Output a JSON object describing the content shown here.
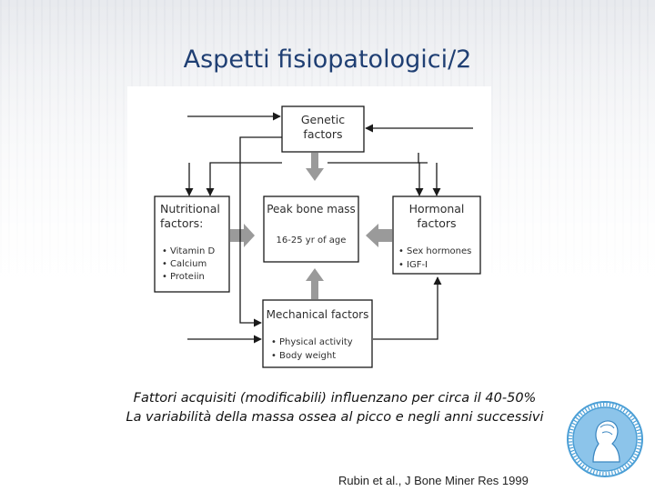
{
  "slide": {
    "title": "Aspetti fisiopatologici/2",
    "caption_line1": "Fattori acquisiti (modificabili) influenzano per circa il 40-50%",
    "caption_line2": "La variabilità della massa ossea al picco e negli anni successivi",
    "reference": "Rubin et al., J Bone Miner Res 1999"
  },
  "diagram": {
    "genetic": {
      "line1": "Genetic",
      "line2": "factors"
    },
    "nutritional": {
      "line1": "Nutritional",
      "line2": "factors:",
      "items": [
        "Vitamin D",
        "Calcium",
        "Proteiin"
      ]
    },
    "peak": {
      "line1": "Peak bone mass",
      "line2": "16-25 yr of age"
    },
    "hormonal": {
      "line1": "Hormonal",
      "line2": "factors",
      "items": [
        "Sex hormones",
        "IGF-I"
      ]
    },
    "mechanical": {
      "line1": "Mechanical factors",
      "items": [
        "Physical activity",
        "Body weight"
      ]
    }
  },
  "colors": {
    "title": "#1f3f73",
    "arrow_fill": "#9a9a9a",
    "line": "#1a1a1a",
    "logo": "#4b9fd6"
  }
}
